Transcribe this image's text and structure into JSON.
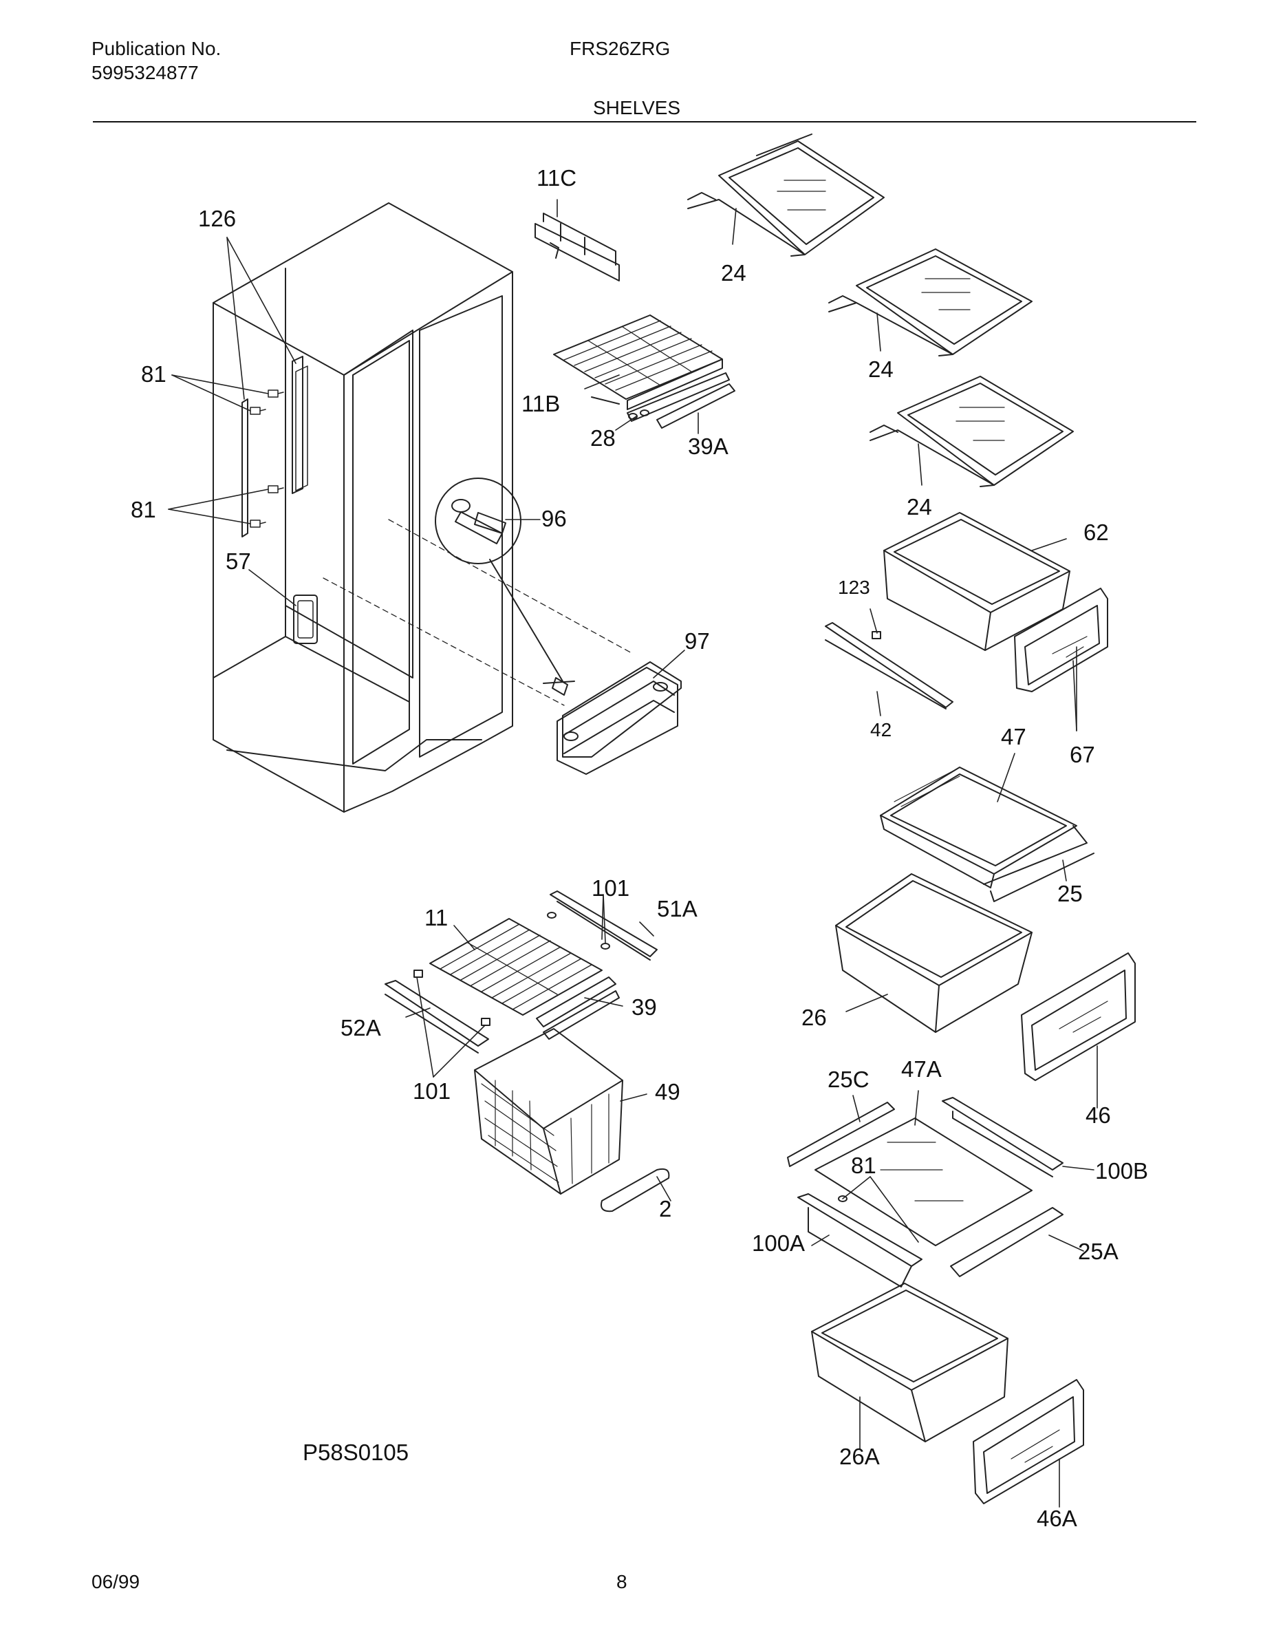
{
  "header": {
    "publication_label": "Publication No.",
    "publication_number": "5995324877",
    "model": "FRS26ZRG",
    "section": "SHELVES"
  },
  "diagram": {
    "code": "P58S0105",
    "callouts": {
      "c11C": "11C",
      "c126": "126",
      "c24a": "24",
      "c24b": "24",
      "c24c": "24",
      "c81a": "81",
      "c81b": "81",
      "c11B": "11B",
      "c28": "28",
      "c39A": "39A",
      "c96": "96",
      "c57": "57",
      "c62": "62",
      "c123": "123",
      "c97": "97",
      "c42": "42",
      "c47": "47",
      "c67": "67",
      "c25": "25",
      "c101a": "101",
      "c11": "11",
      "c51A": "51A",
      "c39": "39",
      "c52A": "52A",
      "c26": "26",
      "c101b": "101",
      "c49": "49",
      "c25C": "25C",
      "c47A": "47A",
      "c46": "46",
      "c81c": "81",
      "c100B": "100B",
      "c2": "2",
      "c100A": "100A",
      "c25A": "25A",
      "c26A": "26A",
      "c46A": "46A"
    }
  },
  "footer": {
    "date": "06/99",
    "page": "8"
  }
}
